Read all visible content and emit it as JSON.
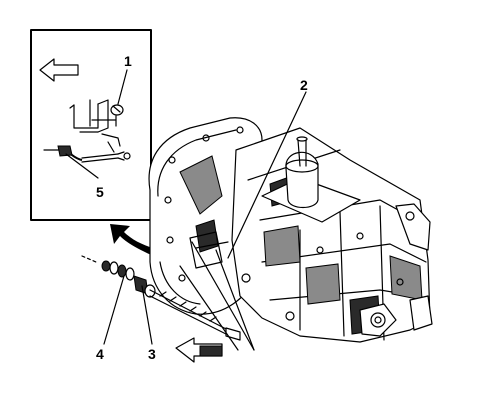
{
  "callouts": {
    "c1": "1",
    "c2": "2",
    "c3": "3",
    "c4": "4",
    "c5": "5"
  },
  "icons": {
    "inset_direction_arrow": "left-arrow-icon",
    "main_direction_arrow": "right-arrow-icon",
    "rotation_arrow": "curved-arrow-icon"
  }
}
